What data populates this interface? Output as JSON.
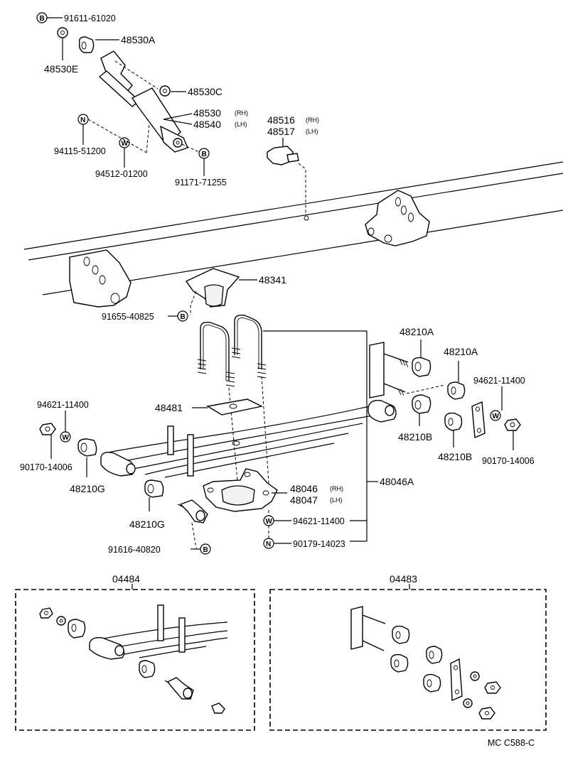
{
  "labels": {
    "p_91611_61020": "91611-61020",
    "p_48530A": "48530A",
    "p_48530E": "48530E",
    "p_48530C": "48530C",
    "p_48530": "48530",
    "p_48540": "48540",
    "p_48516": "48516",
    "p_48517": "48517",
    "p_94115_51200": "94115-51200",
    "p_94512_01200": "94512-01200",
    "p_91171_71255": "91171-71255",
    "p_48341": "48341",
    "p_91655_40825": "91655-40825",
    "p_48210A_1": "48210A",
    "p_48210A_2": "48210A",
    "p_94621_11400_r": "94621-11400",
    "p_48481": "48481",
    "p_94621_11400_l": "94621-11400",
    "p_48210B_1": "48210B",
    "p_48210B_2": "48210B",
    "p_90170_14006_r": "90170-14006",
    "p_90170_14006_l": "90170-14006",
    "p_48210G_1": "48210G",
    "p_48046A": "48046A",
    "p_48046": "48046",
    "p_48047": "48047",
    "p_48210G_2": "48210G",
    "p_94621_11400_c": "94621-11400",
    "p_91616_40820": "91616-40820",
    "p_90179_14023": "90179-14023",
    "kit_04484": "04484",
    "kit_04483": "04483",
    "footer_code": "MC  C588-C"
  },
  "suffix": {
    "rh": "(RH)",
    "lh": "(LH)"
  },
  "markers": {
    "b": "B",
    "n": "N",
    "w": "W"
  }
}
